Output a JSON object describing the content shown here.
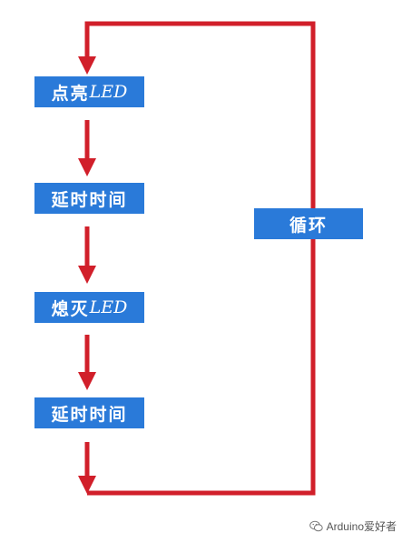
{
  "steps": [
    {
      "cjk": "点亮",
      "latin": "LED"
    },
    {
      "cjk": "延时时间",
      "latin": ""
    },
    {
      "cjk": "熄灭",
      "latin": "LED"
    },
    {
      "cjk": "延时时间",
      "latin": ""
    }
  ],
  "loop_label": "循环",
  "watermark": "Arduino爱好者",
  "colors": {
    "box_fill": "#2a7ad9",
    "box_text": "#ffffff",
    "arrow": "#d11f2a",
    "background": "#ffffff"
  },
  "icons": {
    "watermark": "wechat-icon"
  }
}
